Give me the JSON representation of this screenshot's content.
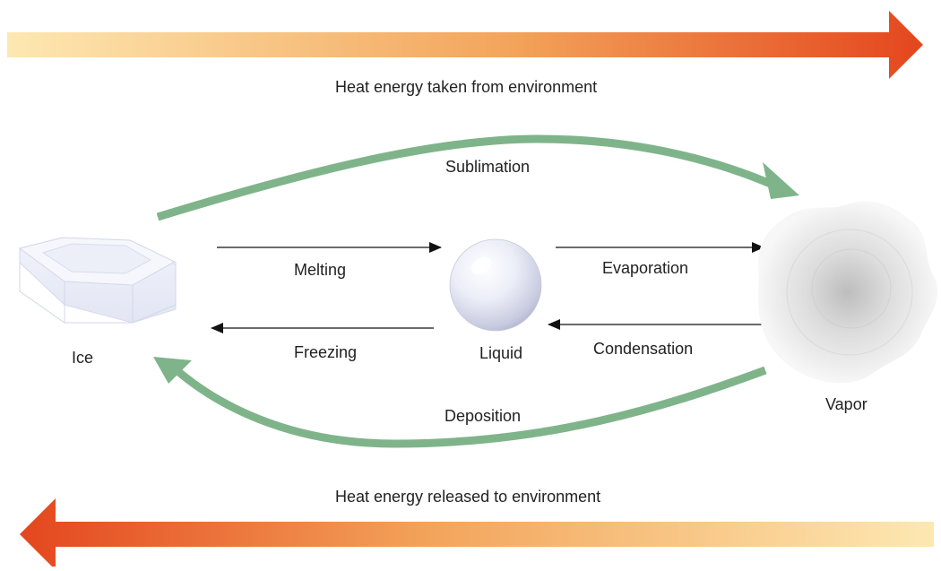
{
  "heat": {
    "taken": "Heat energy taken from environment",
    "released": "Heat energy released to environment"
  },
  "states": {
    "ice": "Ice",
    "liquid": "Liquid",
    "vapor": "Vapor"
  },
  "transitions": {
    "sublimation": "Sublimation",
    "melting": "Melting",
    "freezing": "Freezing",
    "evaporation": "Evaporation",
    "condensation": "Condensation",
    "deposition": "Deposition"
  },
  "colors": {
    "heat_light": "#fde8b2",
    "heat_mid": "#f2a25a",
    "heat_dark": "#e4461d",
    "curve_arrow": "#7fb48a",
    "line_arrow": "#111111"
  }
}
